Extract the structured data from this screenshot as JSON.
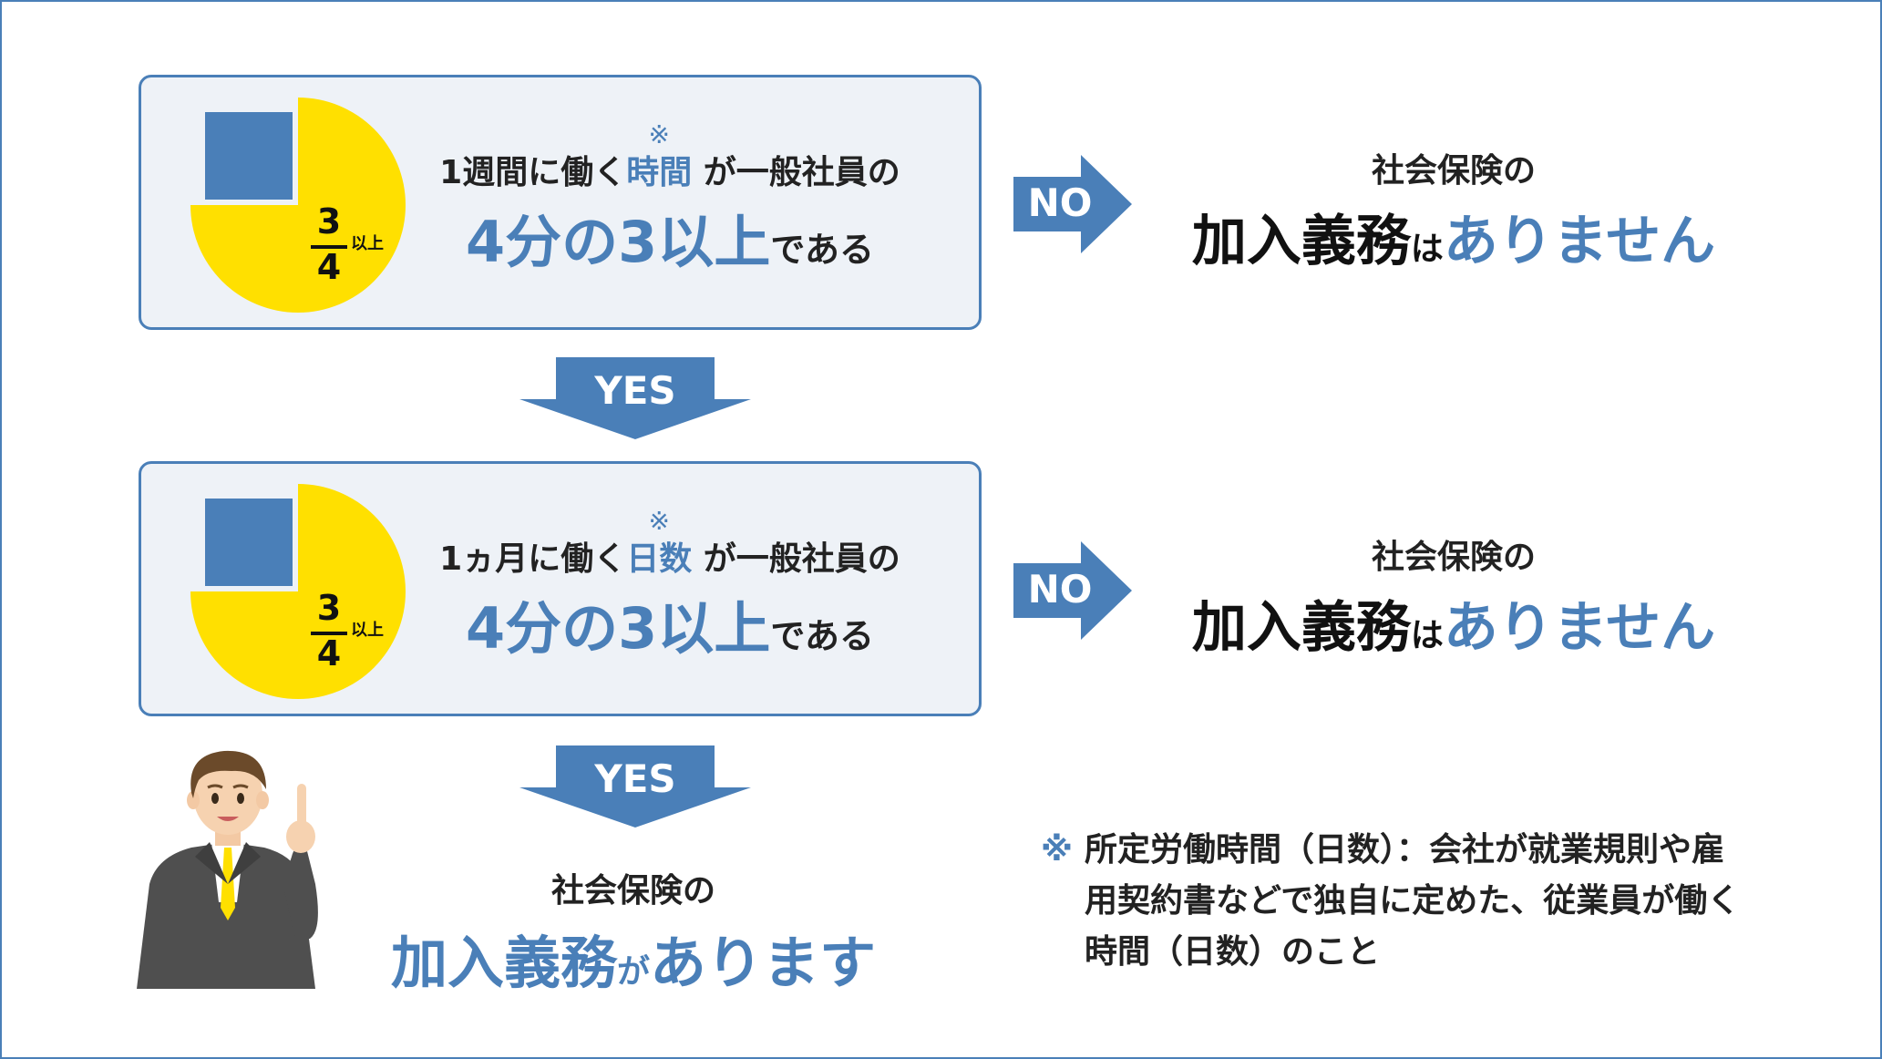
{
  "colors": {
    "accent": "#4a7fb8",
    "pie_yellow": "#ffe000",
    "box_bg": "#eef2f7"
  },
  "boxes": [
    {
      "line1_prefix": "1週間に働く",
      "line1_highlight": "時間",
      "line1_mark": "※",
      "line1_suffix": "が一般社員の",
      "line2_big": "4分の3以上",
      "line2_small": "である",
      "fraction_numerator": "3",
      "fraction_denominator": "4",
      "fraction_label": "以上",
      "pie_fraction": 0.75
    },
    {
      "line1_prefix": "1ヵ月に働く",
      "line1_highlight": "日数",
      "line1_mark": "※",
      "line1_suffix": "が一般社員の",
      "line2_big": "4分の3以上",
      "line2_small": "である",
      "fraction_numerator": "3",
      "fraction_denominator": "4",
      "fraction_label": "以上",
      "pie_fraction": 0.75
    }
  ],
  "arrows": {
    "no_label": "NO",
    "yes_label": "YES"
  },
  "results": {
    "no_sub": "社会保険の",
    "no_main_a": "加入義務",
    "no_main_b": "は",
    "no_main_c": "ありません",
    "yes_sub": "社会保険の",
    "yes_main_a": "加入義務",
    "yes_main_b": "が",
    "yes_main_c": "あります"
  },
  "note": {
    "mark": "※",
    "text": "所定労働時間（日数）：会社が就業規則や雇用契約書などで独自に定めた、従業員が働く時間（日数）のこと"
  }
}
